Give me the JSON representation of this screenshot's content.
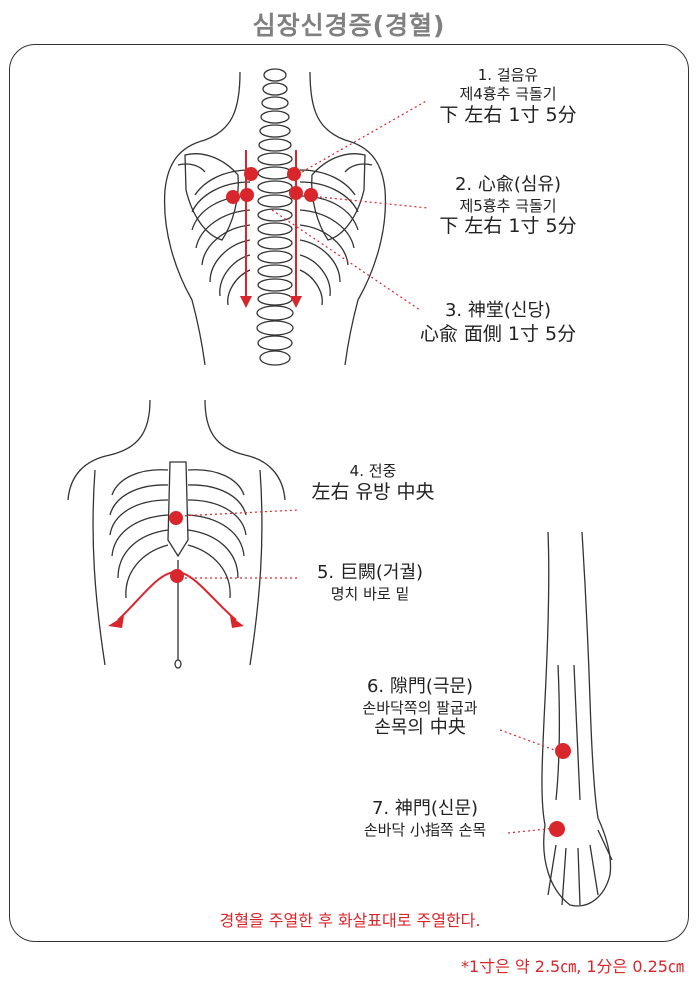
{
  "title": "심장신경증(경혈)",
  "points": [
    {
      "line1": "1. 걸음유",
      "line2": "제4흉추 극돌기",
      "line3": "下 左右 1寸 5分"
    },
    {
      "line1": "2. 心兪(심유)",
      "line2": "제5흉추 극돌기",
      "line3": "下 左右 1寸 5分"
    },
    {
      "line1": "3. 神堂(신당)",
      "line2": "心兪 面側 1寸 5分"
    },
    {
      "line1": "4. 전중",
      "line2": "左右 유방 中央"
    },
    {
      "line1": "5. 巨闕(거궐)",
      "line2": "명치 바로 밑"
    },
    {
      "line1": "6. 隙門(극문)",
      "line2": "손바닥쪽의 팔굽과",
      "line3": "손목의 中央"
    },
    {
      "line1": "7. 神門(신문)",
      "line2": "손바닥 小指쪽 손목"
    }
  ],
  "note": "경혈을 주열한 후 화살표대로 주열한다.",
  "footnote": "*1寸은 약 2.5㎝, 1分은 0.25㎝",
  "colors": {
    "accent": "#d9262c",
    "title": "#808080",
    "line": "#333333"
  }
}
